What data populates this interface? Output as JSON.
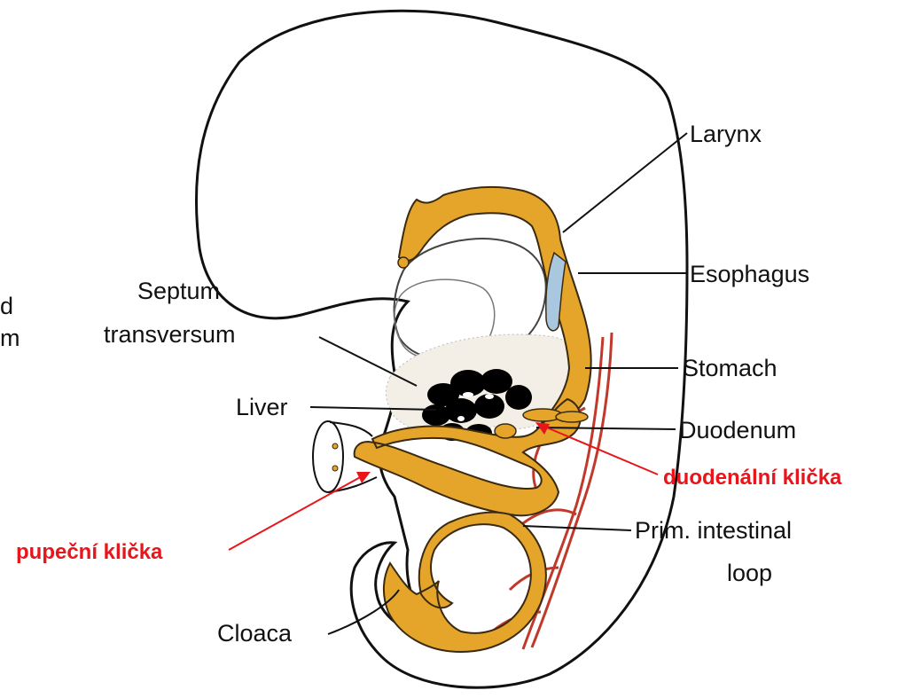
{
  "labels": {
    "larynx": "Larynx",
    "esophagus": "Esophagus",
    "septum_line1": "Septum",
    "septum_line2": "transversum",
    "stomach": "Stomach",
    "liver": "Liver",
    "duodenum": "Duodenum",
    "duodenal_loop_cz": "duodenální klička",
    "umbilical_loop_cz": "pupeční klička",
    "prim_line1": "Prim. intestinal",
    "prim_line2": "loop",
    "cloaca": "Cloaca"
  },
  "cut_off_text": {
    "line1": "d",
    "line2": "m"
  },
  "colors": {
    "gut": "#e5a52a",
    "gut_outline": "#3a2a10",
    "vessel": "#c0392b",
    "lung_bud": "#a9c8e0",
    "annotation_red": "#e8151b"
  }
}
